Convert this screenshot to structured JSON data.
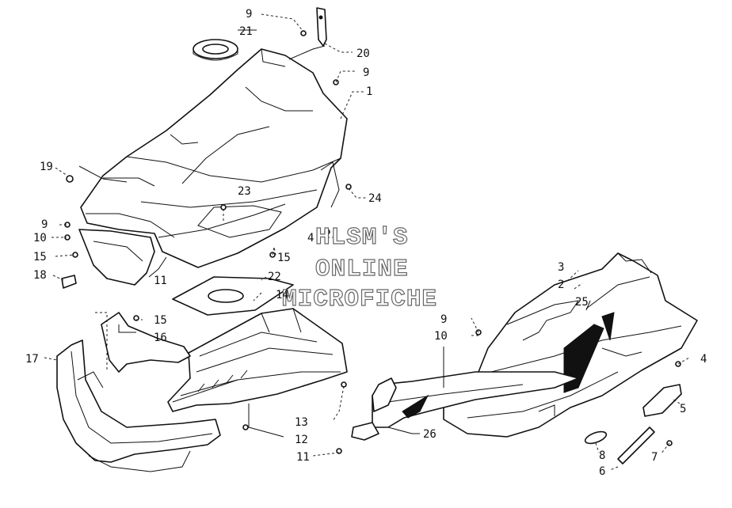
{
  "watermark": {
    "line1": "HLSM'S",
    "line2": "ONLINE",
    "line3": "MICROFICHE"
  },
  "callouts": {
    "c1": "1",
    "c2": "2",
    "c3": "3",
    "c4a": "4",
    "c4b": "4",
    "c5": "5",
    "c6": "6",
    "c7": "7",
    "c8": "8",
    "c9a": "9",
    "c9b": "9",
    "c9c": "9",
    "c9d": "9",
    "c10a": "10",
    "c10b": "10",
    "c11a": "11",
    "c11b": "11",
    "c12": "12",
    "c13": "13",
    "c14": "14",
    "c15a": "15",
    "c15b": "15",
    "c15c": "15",
    "c16": "16",
    "c17": "17",
    "c18": "18",
    "c19": "19",
    "c20": "20",
    "c21": "21",
    "c22": "22",
    "c23": "23",
    "c24": "24",
    "c25": "25",
    "c26": "26"
  }
}
